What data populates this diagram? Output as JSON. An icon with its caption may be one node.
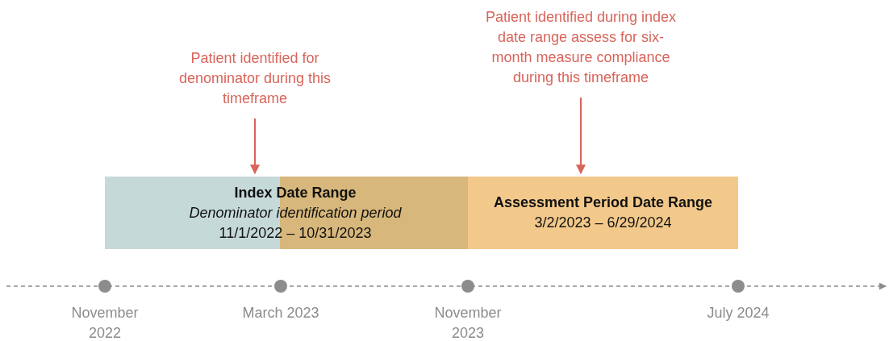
{
  "diagram": {
    "nodes": [
      {
        "text": [
          "Patient identified for denominator during this timeframe"
        ]
      },
      {
        "text": [
          "Patient identified during index date range assess for six-month measure compliance during this timeframe"
        ]
      },
      {
        "text": [
          "Index Date Range",
          "Denominator identification period",
          "11/1/2022 – 10/31/2023"
        ]
      },
      {
        "text": [
          "Assessment Period Date Range",
          "3/2/2023 – 6/29/2024"
        ]
      }
    ],
    "edges": [
      {
        "from": 0,
        "to": 2,
        "arrow": "to"
      },
      {
        "from": 1,
        "to": 3,
        "arrow": "to"
      }
    ],
    "labels": [
      "November 2022",
      "March 2023",
      "November 2023",
      "July 2024"
    ]
  }
}
